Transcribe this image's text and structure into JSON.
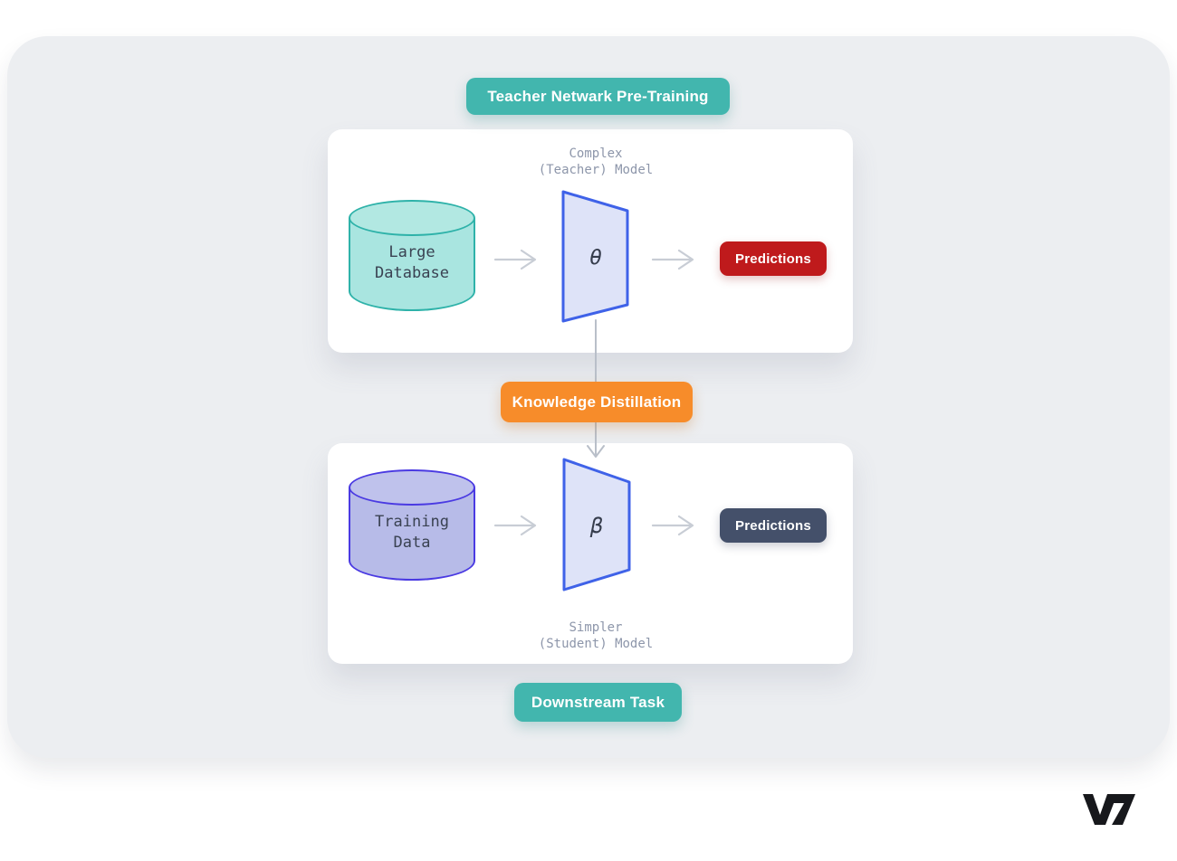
{
  "badges": {
    "teacher_title": "Teacher Netwark Pre-Training",
    "distillation": "Knowledge Distillation",
    "downstream": "Downstream Task"
  },
  "teacher_card": {
    "model_label": "Complex\n(Teacher) Model",
    "database_label": "Large\nDatabase",
    "model_symbol": "θ",
    "predictions_label": "Predictions"
  },
  "student_card": {
    "database_label": "Training\nData",
    "model_symbol": "β",
    "predictions_label": "Predictions",
    "model_label": "Simpler\n(Student) Model"
  },
  "brand": "V7",
  "colors": {
    "panel_bg": "#eceef1",
    "card_bg": "#ffffff",
    "teal": "#42b6ae",
    "orange": "#f78c2a",
    "red": "#bf1a1c",
    "slate": "#44506a",
    "teal_cylinder_fill": "#a9e5e0",
    "teal_cylinder_stroke": "#2eb2a9",
    "purple_cylinder_fill": "#b7bbe8",
    "purple_cylinder_stroke": "#4a3ae2",
    "trapezoid_fill": "#dee3f8",
    "trapezoid_stroke": "#3f62e8",
    "arrow_gray": "#c8cdd5",
    "connector_gray": "#b9bfc9",
    "label_gray": "#8d96aa",
    "mono_dark": "#3a4252",
    "logo_black": "#17181c"
  }
}
